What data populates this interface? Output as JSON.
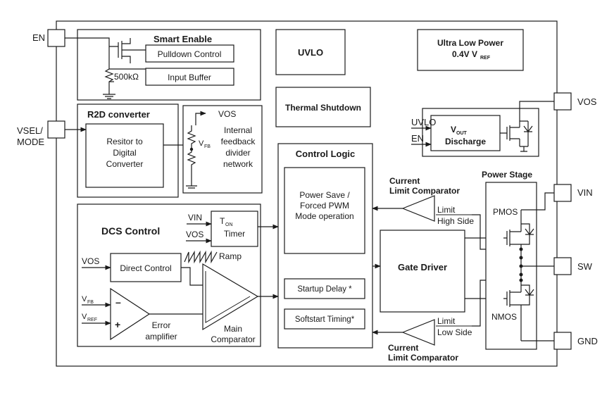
{
  "pins": {
    "en": "EN",
    "vsel_line1": "VSEL/",
    "vsel_line2": "MODE",
    "vos": "VOS",
    "vin": "VIN",
    "sw": "SW",
    "gnd": "GND"
  },
  "smart_enable": {
    "title": "Smart Enable",
    "pulldown": "Pulldown Control",
    "input_buffer": "Input Buffer",
    "resistor": "500kΩ"
  },
  "uvlo_block": "UVLO",
  "ulp": {
    "line1": "Ultra Low Power",
    "line2": "0.4V V",
    "sub": "REF"
  },
  "thermal": "Thermal Shutdown",
  "r2d": {
    "title": "R2D converter",
    "line1": "Resitor to",
    "line2": "Digital",
    "line3": "Converter"
  },
  "feedback": {
    "vos": "VOS",
    "vfb": "V",
    "vfb_sub": "FB",
    "line1": "Internal",
    "line2": "feedback",
    "line3": "divider",
    "line4": "network"
  },
  "discharge": {
    "uvlo": "UVLO",
    "en": "EN",
    "vout": "V",
    "vout_sub": "OUT",
    "label": "Discharge"
  },
  "control_logic": {
    "title": "Control Logic",
    "psm_line1": "Power Save /",
    "psm_line2": "Forced PWM",
    "psm_line3": "Mode operation",
    "startup": "Startup Delay *",
    "softstart": "Softstart Timing*"
  },
  "current_limit_top": {
    "line1": "Current",
    "line2": "Limit Comparator",
    "limit": "Limit",
    "side": "High Side"
  },
  "current_limit_bottom": {
    "line1": "Current",
    "line2": "Limit Comparator",
    "limit": "Limit",
    "side": "Low Side"
  },
  "power_stage": {
    "title": "Power Stage",
    "pmos": "PMOS",
    "nmos": "NMOS"
  },
  "gate_driver": "Gate Driver",
  "dcs": {
    "title": "DCS Control",
    "vin": "VIN",
    "vos": "VOS",
    "ton": "T",
    "ton_sub": "ON",
    "timer": "Timer",
    "ramp": "Ramp",
    "vos_direct": "VOS",
    "direct_control": "Direct Control",
    "vfb": "V",
    "vfb_sub": "FB",
    "vref": "V",
    "vref_sub": "REF",
    "minus": "–",
    "plus": "+",
    "error1": "Error",
    "error2": "amplifier",
    "main1": "Main",
    "main2": "Comparator"
  }
}
